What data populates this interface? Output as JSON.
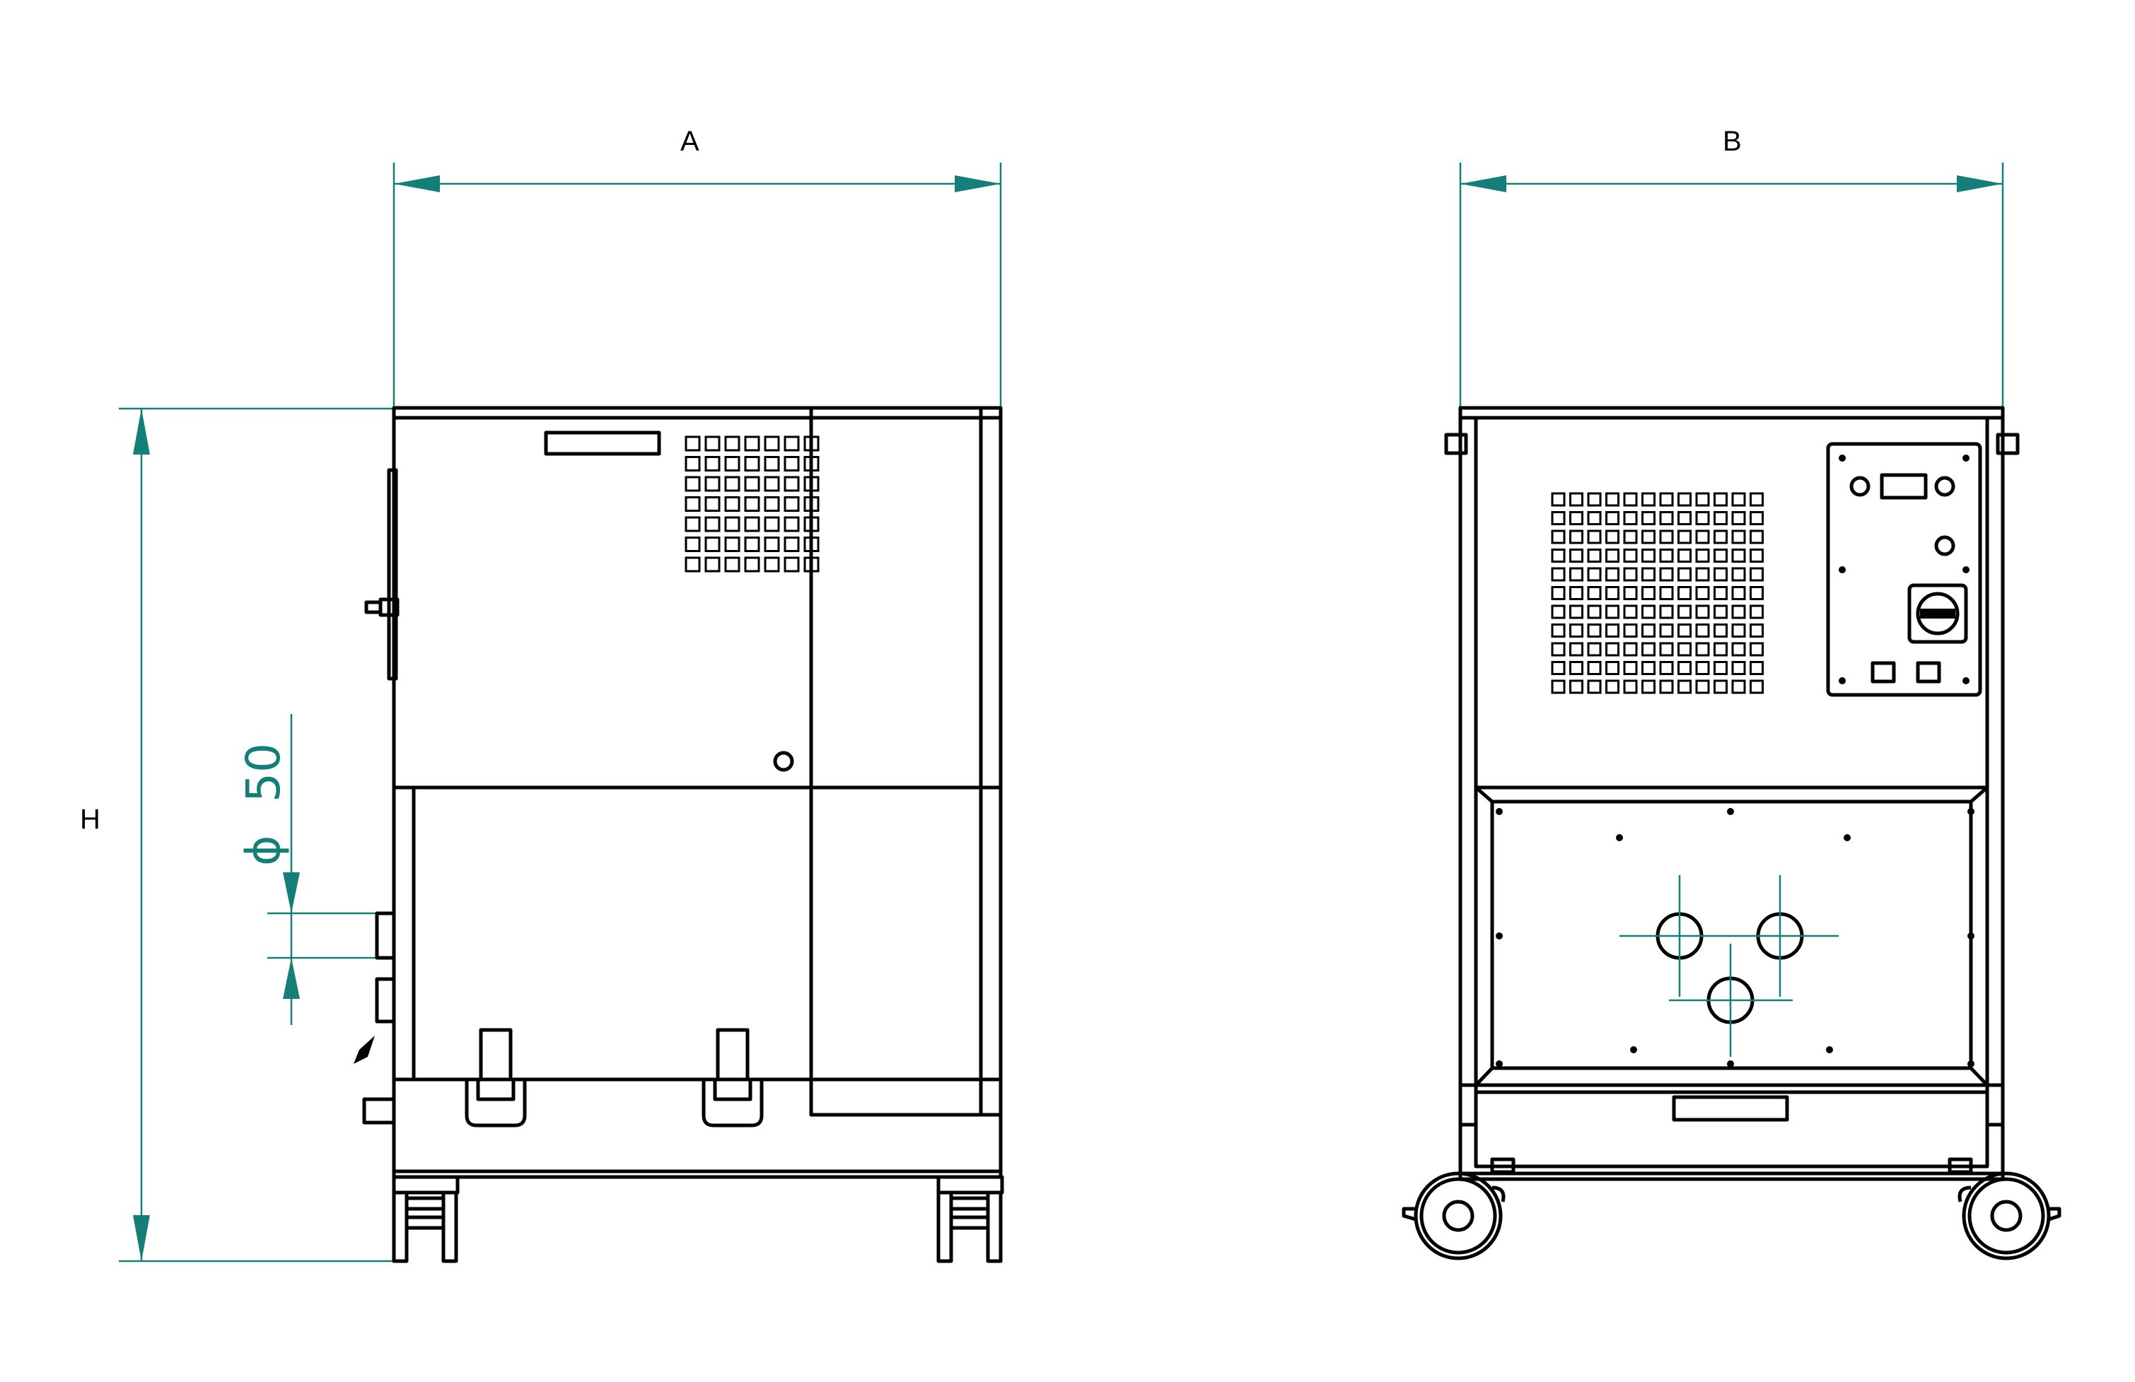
{
  "drawing": {
    "dimensions": {
      "width_label": "A",
      "depth_label": "B",
      "height_label": "H",
      "port_diameter_symbol": "ϕ",
      "port_diameter_value": "50"
    },
    "colors": {
      "line": "#000000",
      "dimension": "#137f78",
      "background": "#ffffff"
    }
  }
}
